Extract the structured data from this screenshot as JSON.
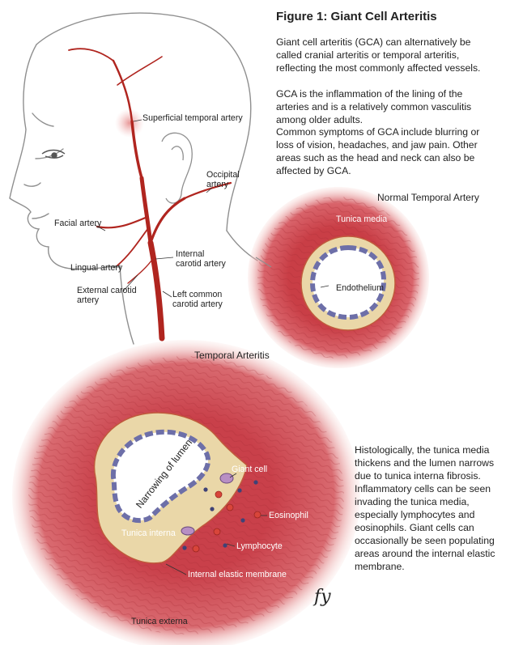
{
  "figure": {
    "title": "Figure 1: Giant Cell Arteritis",
    "paragraphs": [
      "Giant cell arteritis (GCA) can alternatively be called cranial arteritis or temporal arteritis, reflecting the most commonly affected vessels.",
      "GCA is the inflammation of the lining of the arteries and is a relatively common vasculitis among older adults.",
      "Common symptoms of GCA include blurring or loss of vision, headaches, and jaw pain. Other areas such as the head and neck can also be affected by GCA."
    ],
    "histology_note": "Histologically, the tunica media thickens and the lumen narrows due to tunica interna fibrosis. Inflammatory cells can be seen invading the tunica media, especially lymphocytes and eosinophils. Giant cells can occasionally be seen populating areas around the internal elastic membrane."
  },
  "head_labels": {
    "superficial_temporal": "Superficial temporal artery",
    "occipital": "Occipital artery",
    "facial": "Facial artery",
    "lingual": "Lingual artery",
    "internal_carotid": "Internal carotid artery",
    "external_carotid": "External carotid artery",
    "left_common_carotid": "Left common carotid artery"
  },
  "normal_artery": {
    "caption": "Normal Temporal Artery",
    "tunica_media": "Tunica media",
    "endothelium": "Endothelium"
  },
  "arteritis": {
    "caption": "Temporal Arteritis",
    "narrowing": "Narrowing of lumen",
    "giant_cell": "Giant cell",
    "eosinophil": "Eosinophil",
    "tunica_interna": "Tunica interna",
    "lymphocyte": "Lymphocyte",
    "internal_elastic": "Internal elastic membrane",
    "tunica_externa": "Tunica externa"
  },
  "signature": "fy",
  "colors": {
    "artery_red": "#b0251f",
    "tissue_red": "#d4555a",
    "tissue_light": "#f2b7b2",
    "interna_beige": "#ead7a8",
    "endothelium_blue": "#6d6fa8",
    "outline_gray": "#8a8a8a"
  }
}
